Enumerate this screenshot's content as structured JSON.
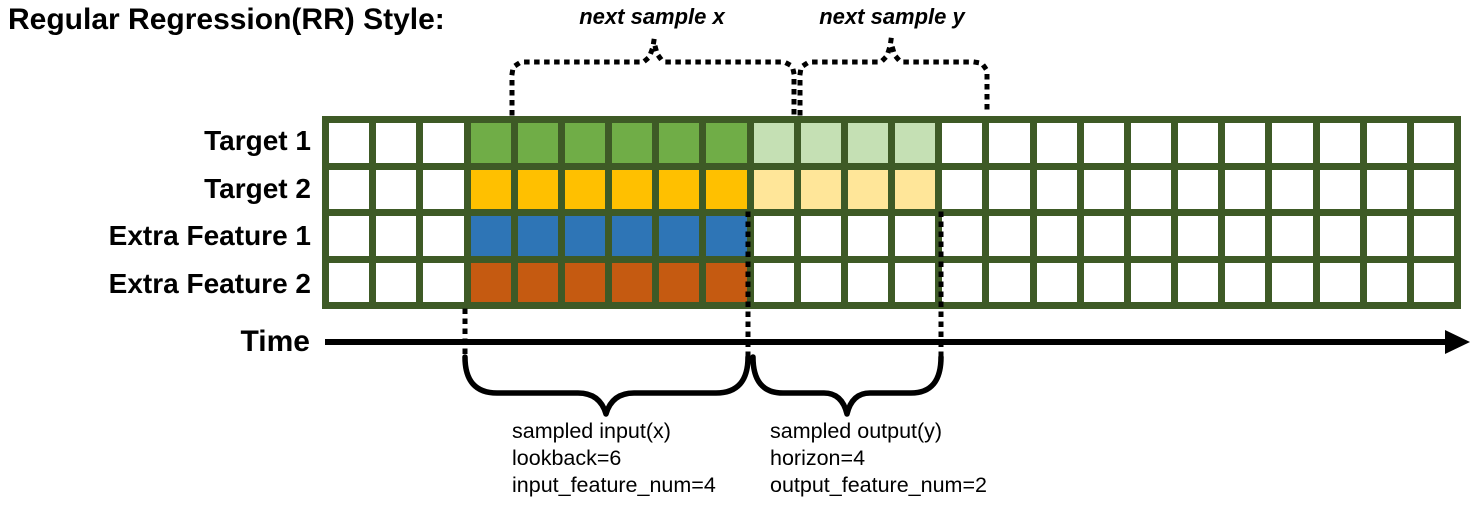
{
  "title": "Regular Regression(RR) Style:",
  "time_label": "Time",
  "annotations": {
    "next_sample_x": "next sample x",
    "next_sample_y": "next sample y",
    "input_block": [
      "sampled input(x)",
      "lookback=6",
      "input_feature_num=4"
    ],
    "output_block": [
      "sampled output(y)",
      "horizon=4",
      "output_feature_num=2"
    ]
  },
  "grid": {
    "line_color": "#3E5A26",
    "empty_cell_color": "#FFFFFF",
    "columns_total": 24,
    "input_start_col": 3,
    "lookback": 6,
    "horizon": 4,
    "rows": [
      {
        "label": "Target 1",
        "input_color": "#70AD47",
        "output_color": "#C5E0B4"
      },
      {
        "label": "Target 2",
        "input_color": "#FFC000",
        "output_color": "#FFE699"
      },
      {
        "label": "Extra Feature 1",
        "input_color": "#2E75B6",
        "output_color": null
      },
      {
        "label": "Extra Feature 2",
        "input_color": "#C55A11",
        "output_color": null
      }
    ]
  }
}
